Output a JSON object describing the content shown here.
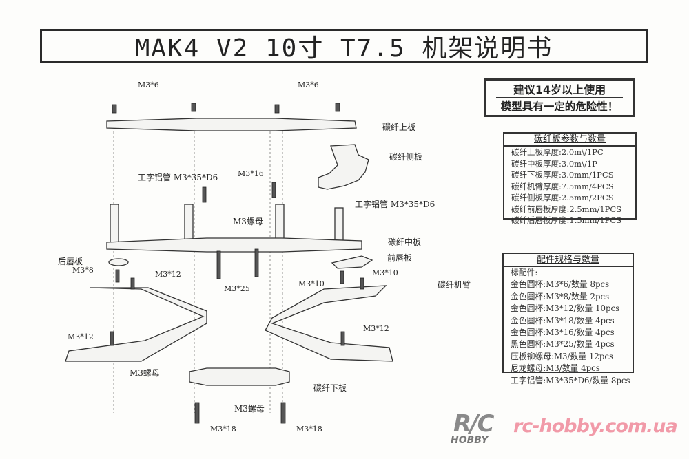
{
  "title": "MAK4 V2 10寸 T7.5 机架说明书",
  "warning": {
    "line1": "建议14岁以上使用",
    "line2": "模型具有一定的危险性！"
  },
  "plate_table": {
    "header": "碳纤板参数与数量",
    "rows": [
      "碳纤上板厚度:2.0m\\/1PC",
      "碳纤中板厚度:3.0m\\/1P",
      "碳纤下板厚度:3.0mm/1PCS",
      "碳纤机臂厚度:7.5mm/4PCS",
      "碳纤侧板厚度:2.5mm/2PCS",
      "碳纤前唇板厚度:2.5mm/1PCS",
      "碳纤后唇板厚度:1.5mm/1PCS"
    ]
  },
  "parts_table": {
    "header": "配件规格与数量",
    "rows": [
      "标配件:",
      "金色圆杯:M3*6/数量 8pcs",
      "金色圆杯:M3*8/数量 2pcs",
      "金色圆杯:M3*12/数量 10pcs",
      "金色圆杯:M3*18/数量 4pcs",
      "金色圆杯:M3*16/数量 4pcs",
      "黑色圆杯:M3*25/数量 4pcs",
      "压板铆螺母:M3/数量 12pcs",
      "尼龙螺母:M3/数量 4pcs",
      "工字铝管:M3*35*D6/数量 8pcs"
    ]
  },
  "diagram_labels": {
    "m3x6_left": "M3*6",
    "m3x6_right": "M3*6",
    "top_plate": "碳纤上板",
    "side_plate": "碳纤侧板",
    "standoff_left": "工字铝管 M3*35*D6",
    "m3x16": "M3*16",
    "standoff_right": "工字铝管 M3*35*D6",
    "m3_nut_mid": "M3螺母",
    "middle_plate": "碳纤中板",
    "rear_lip": "后唇板",
    "front_lip": "前唇板",
    "m3x8": "M3*8",
    "m3x12_a": "M3*12",
    "m3x10_a": "M3*10",
    "m3x10_b": "M3*10",
    "arm": "碳纤机臂",
    "m3x25": "M3*25",
    "m3x12_b": "M3*12",
    "m3x12_c": "M3*12",
    "m3_nut_left": "M3螺母",
    "bottom_plate": "碳纤下板",
    "m3_nut_bottom": "M3螺母",
    "m3x18_left": "M3*18",
    "m3x18_right": "M3*18"
  },
  "watermark": {
    "logo_text": "R/C HOBBY",
    "site": "rc-hobby.com.ua"
  }
}
